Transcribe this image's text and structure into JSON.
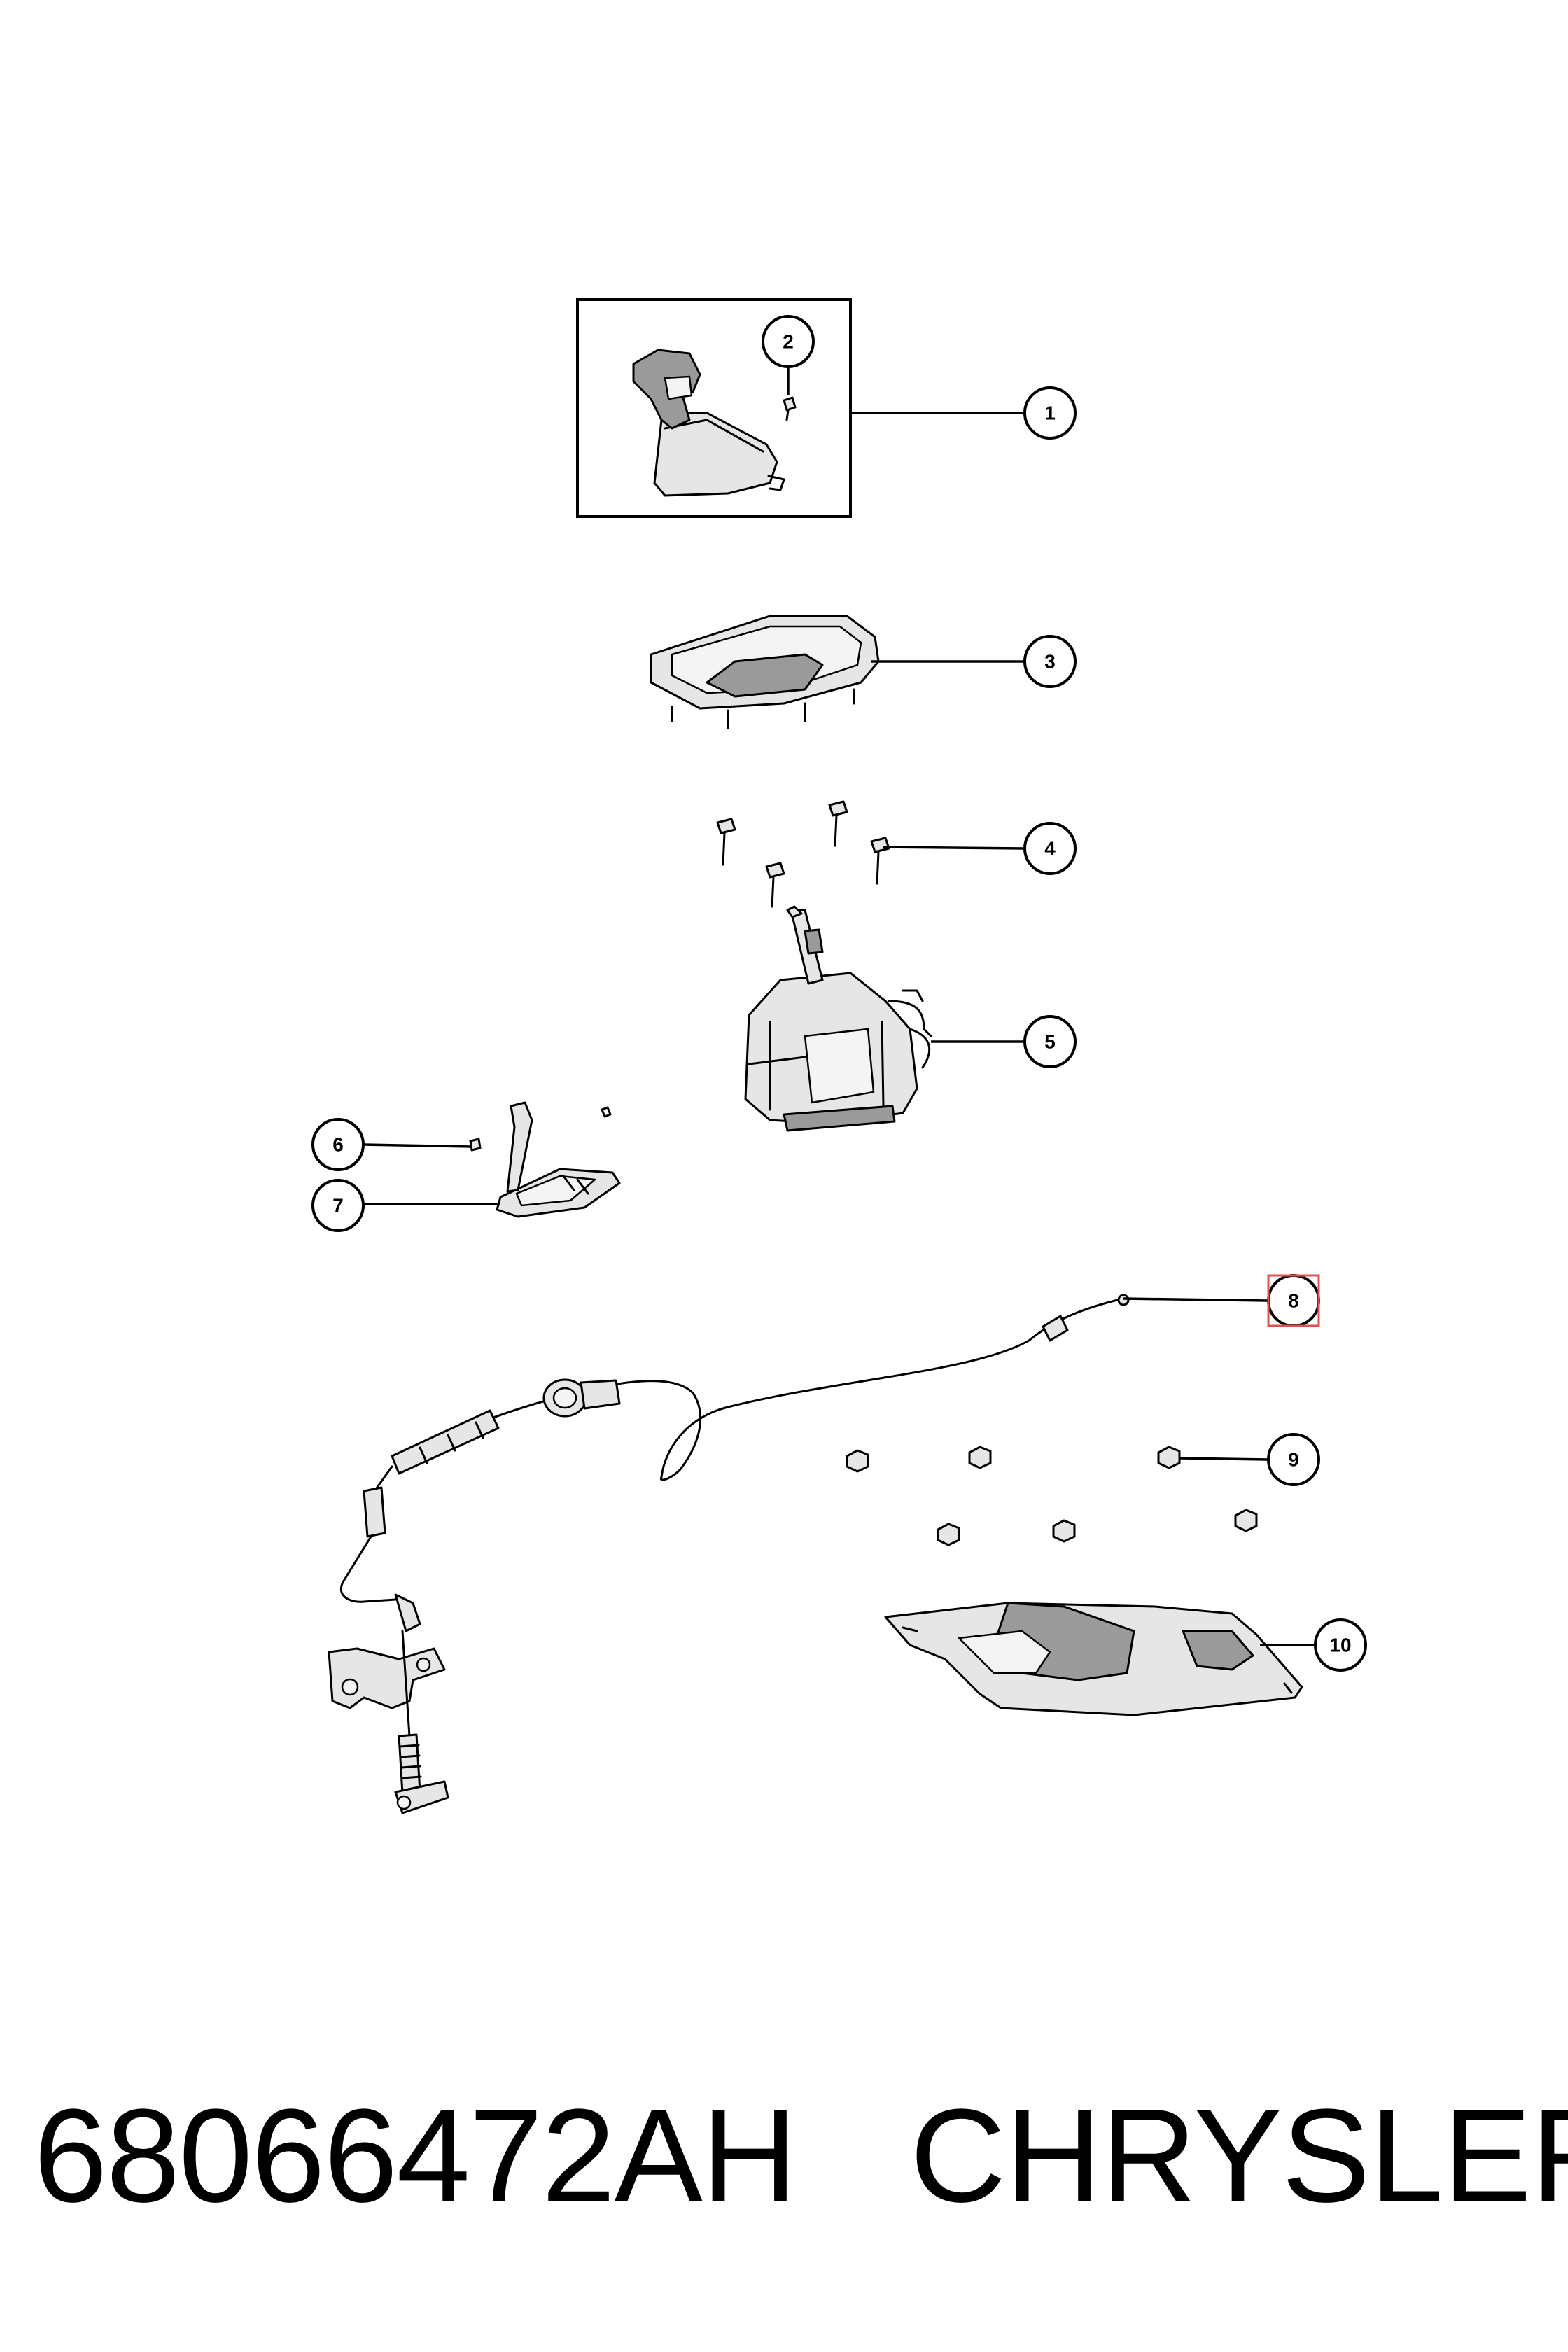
{
  "callouts": [
    {
      "id": "1",
      "label": "1"
    },
    {
      "id": "2",
      "label": "2"
    },
    {
      "id": "3",
      "label": "3"
    },
    {
      "id": "4",
      "label": "4"
    },
    {
      "id": "5",
      "label": "5"
    },
    {
      "id": "6",
      "label": "6"
    },
    {
      "id": "7",
      "label": "7"
    },
    {
      "id": "8",
      "label": "8",
      "highlighted": true
    },
    {
      "id": "9",
      "label": "9"
    },
    {
      "id": "10",
      "label": "10"
    }
  ],
  "highlight_color": "#f9d3dc",
  "highlight_border": "#e05050",
  "footer": {
    "part_number": "68066472AH",
    "brand": "CHRYSLER"
  }
}
